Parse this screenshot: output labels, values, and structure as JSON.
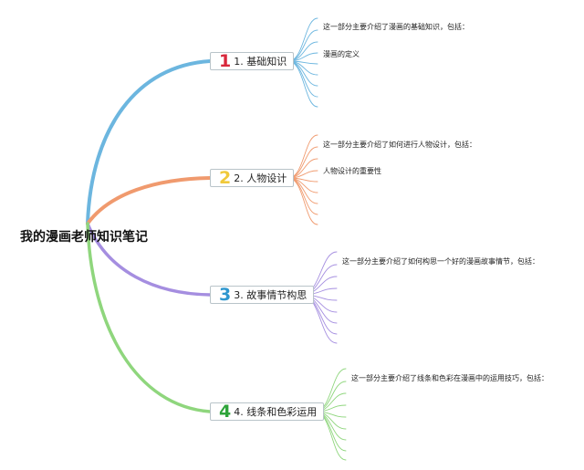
{
  "root": {
    "title": "我的漫画老师知识笔记"
  },
  "branches": [
    {
      "number": "1",
      "label": "1. 基础知识",
      "color": "#6cb6df",
      "number_color": "#d8283c",
      "notes": [
        "这一部分主要介绍了漫画的基础知识，包括：",
        "漫画的定义"
      ]
    },
    {
      "number": "2",
      "label": "2. 人物设计",
      "color": "#f09a6e",
      "number_color": "#f0c93a",
      "notes": [
        "这一部分主要介绍了如何进行人物设计，包括：",
        "人物设计的重要性"
      ]
    },
    {
      "number": "3",
      "label": "3. 故事情节构思",
      "color": "#a58ee0",
      "number_color": "#2f97cf",
      "notes": [
        "这一部分主要介绍了如何构思一个好的漫画故事情节，包括："
      ]
    },
    {
      "number": "4",
      "label": "4. 线条和色彩运用",
      "color": "#8fd67d",
      "number_color": "#2ea43a",
      "notes": [
        "这一部分主要介绍了线条和色彩在漫画中的运用技巧，包括："
      ]
    }
  ]
}
